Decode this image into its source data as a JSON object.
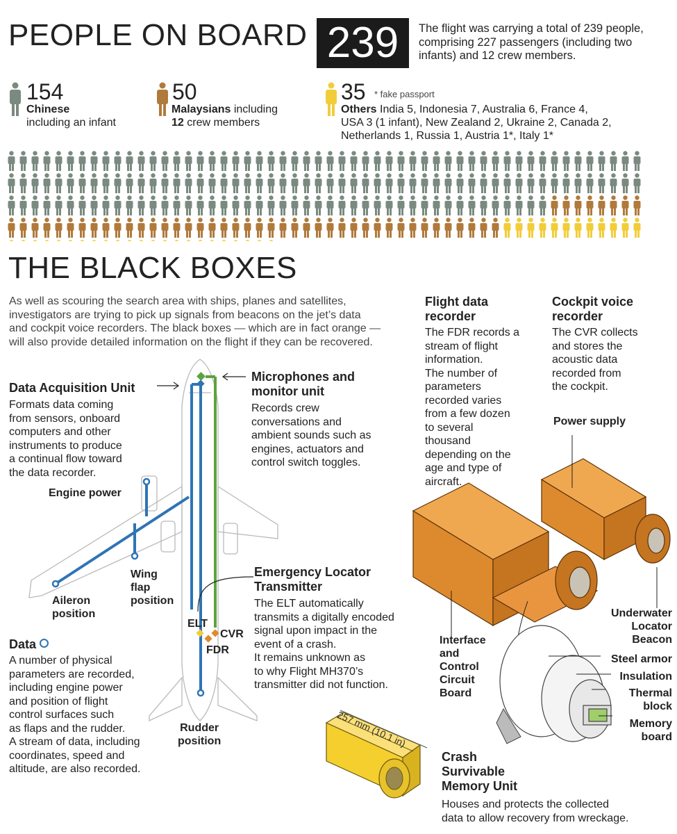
{
  "people": {
    "title": "PEOPLE ON BOARD",
    "total": "239",
    "total_text": "The flight was carrying a total of 239 people, comprising 227 passengers (including two infants) and 12 crew members.",
    "fake_note": "* fake passport",
    "groups": [
      {
        "count": "154",
        "name": "Chinese",
        "rest": "including an infant",
        "color": "#7a8a80"
      },
      {
        "count": "50",
        "name": "Malaysians",
        "rest": " including",
        "rest2_bold": "12",
        "rest2": " crew members",
        "color": "#b07a3c"
      },
      {
        "count": "35",
        "name": "Others",
        "color": "#f2cd3a",
        "line1": " India 5, Indonesia 7, Australia 6, France 4,",
        "line2": "USA 3 (1 infant), New Zealand 2, Ukraine 2, Canada 2,",
        "line3": "Netherlands 1, Russia 1, Austria 1*, Italy 1*"
      }
    ],
    "counts": {
      "chinese": 154,
      "malaysian": 50,
      "others": 35
    }
  },
  "blackboxes": {
    "title": "THE BLACK BOXES",
    "intro": [
      "As well as scouring the search area with ships, planes and satellites,",
      "investigators are trying to pick up signals from beacons on the jet’s data",
      "and cockpit voice recorders. The black boxes — which are in fact orange —",
      "will also provide detailed information on the flight if they can be recovered."
    ],
    "dau": {
      "title": "Data Acquisition Unit",
      "body": [
        "Formats data coming",
        "from sensors, onboard",
        "computers and other",
        "instruments to produce",
        "a continual flow toward",
        "the data recorder."
      ]
    },
    "mic": {
      "title": [
        "Microphones and",
        "monitor unit"
      ],
      "body": [
        "Records crew",
        "conversations and",
        "ambient sounds such as",
        "engines, actuators and",
        "control switch toggles."
      ]
    },
    "elt": {
      "title": [
        "Emergency Locator",
        "Transmitter"
      ],
      "body": [
        "The ELT automatically",
        "transmits a digitally encoded",
        "signal upon impact in the",
        "event of a crash.",
        "It remains unknown as",
        "to why Flight MH370’s",
        "transmitter did not function."
      ]
    },
    "data": {
      "title": "Data",
      "body": [
        "A number of physical",
        "parameters are recorded,",
        "including engine power",
        "and position of flight",
        "control surfaces such",
        "as flaps and the rudder.",
        "A stream of data, including",
        "coordinates, speed and",
        "altitude, are also recorded."
      ]
    },
    "plane_labels": {
      "engine": "Engine power",
      "wing": [
        "Wing",
        "flap",
        "position"
      ],
      "aileron": [
        "Aileron",
        "position"
      ],
      "rudder": [
        "Rudder",
        "position"
      ],
      "elt": "ELT",
      "cvr": "CVR",
      "fdr": "FDR"
    },
    "fdr": {
      "title": [
        "Flight data",
        "recorder"
      ],
      "body": [
        "The FDR records a",
        "stream of flight",
        "information.",
        "The number of",
        "parameters",
        "recorded varies",
        "from a few dozen",
        "to several",
        "thousand",
        "depending on the",
        "age and type of",
        "aircraft."
      ]
    },
    "cvr": {
      "title": [
        "Cockpit voice",
        "recorder"
      ],
      "body": [
        "The CVR collects",
        "and stores the",
        "acoustic data",
        "recorded from",
        "the cockpit."
      ]
    },
    "parts": {
      "power": "Power supply",
      "beacon": [
        "Underwater",
        "Locator",
        "Beacon"
      ],
      "interface": [
        "Interface",
        "and",
        "Control",
        "Circuit",
        "Board"
      ],
      "armor": "Steel armor",
      "insulation": "Insulation",
      "thermal": [
        "Thermal",
        "block"
      ],
      "memory": [
        "Memory",
        "board"
      ],
      "dimension": "257 mm (10.1 in)"
    },
    "csmu": {
      "title": [
        "Crash",
        "Survivable",
        "Memory Unit"
      ],
      "body": [
        "Houses and protects the collected",
        "data to allow recovery from wreckage."
      ]
    }
  },
  "colors": {
    "chinese": "#7a8a80",
    "malaysian": "#b07a3c",
    "others": "#f2cd3a",
    "wire_blue": "#2f74b5",
    "wire_green": "#5aa53c",
    "orange": "#e08a2c"
  }
}
